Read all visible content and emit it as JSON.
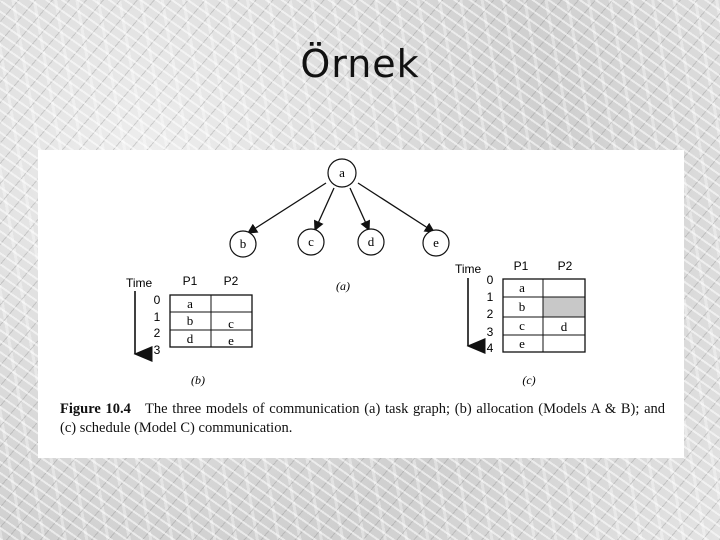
{
  "title": "Örnek",
  "task_graph": {
    "root": "a",
    "children": [
      "b",
      "c",
      "d",
      "e"
    ],
    "label": "(a)"
  },
  "allocation": {
    "label": "(b)",
    "time_label": "Time",
    "headers": [
      "P1",
      "P2"
    ],
    "time_ticks": [
      "0",
      "1",
      "2",
      "3"
    ],
    "rows": [
      [
        "a",
        ""
      ],
      [
        "b",
        "c"
      ],
      [
        "d",
        "e"
      ]
    ]
  },
  "schedule": {
    "label": "(c)",
    "time_label": "Time",
    "headers": [
      "P1",
      "P2"
    ],
    "time_ticks": [
      "0",
      "1",
      "2",
      "3",
      "4"
    ],
    "rows": [
      [
        "a",
        ""
      ],
      [
        "b",
        "#"
      ],
      [
        "c",
        "d"
      ],
      [
        "e",
        ""
      ]
    ],
    "shaded_color": "#c8c8c8"
  },
  "caption": {
    "figure_label": "Figure 10.4",
    "text": "The three models of communication (a) task graph; (b) allocation (Models A & B); and (c) schedule (Model C) communication."
  }
}
